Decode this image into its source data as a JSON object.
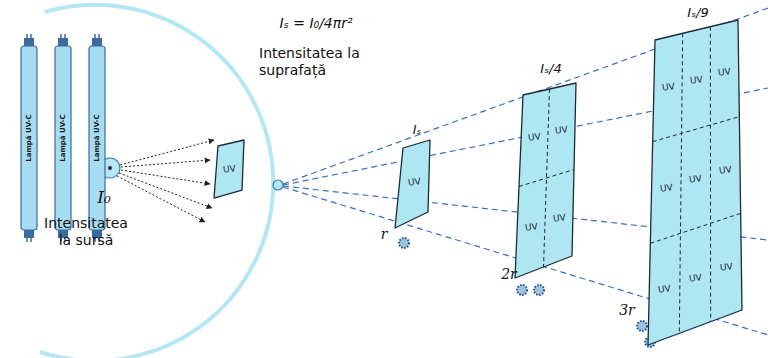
{
  "diagram": {
    "nodes": [
      {
        "text": [
          "Lampă UV-C"
        ]
      },
      {
        "text": [
          "Lampă UV-C"
        ]
      },
      {
        "text": [
          "Lampă UV-C"
        ]
      },
      {
        "text": [
          "UV"
        ]
      },
      {
        "text": [
          "Iₛ",
          "UV"
        ]
      },
      {
        "text": [
          "Iₛ/4",
          "UV",
          "UV",
          "UV",
          "UV"
        ]
      },
      {
        "text": [
          "Iₛ/9",
          "UV",
          "UV",
          "UV",
          "UV",
          "UV",
          "UV",
          "UV",
          "UV",
          "UV"
        ]
      }
    ],
    "labels": [
      "I₀",
      "Intensitatea la sursă",
      "Iₛ = I₀/4πr²",
      "Intensitatea la suprafață",
      "r",
      "2r",
      "3r"
    ]
  }
}
